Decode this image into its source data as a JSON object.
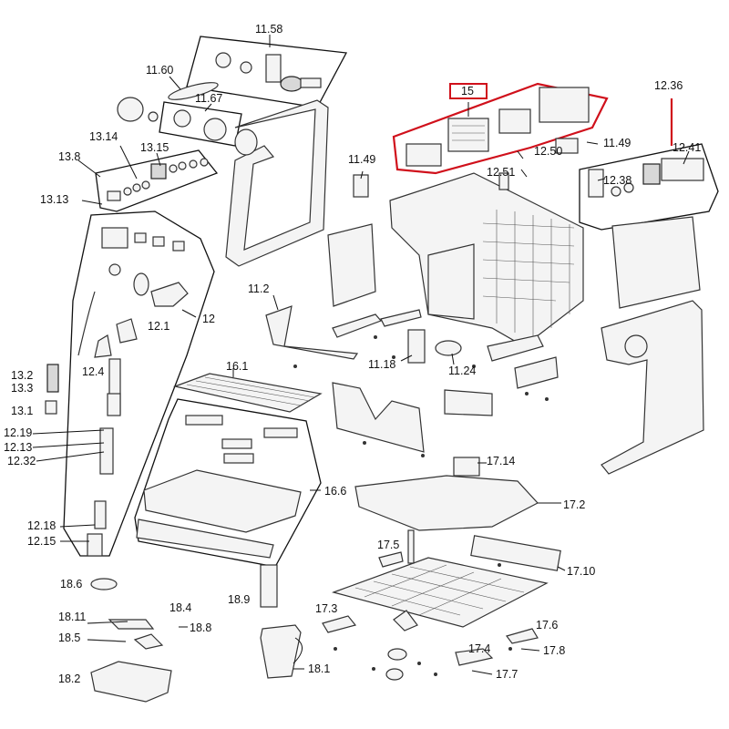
{
  "diagram": {
    "highlight_color": "#d0101b",
    "line_color": "#222222",
    "labels": {
      "l_11_58": "11.58",
      "l_11_60": "11.60",
      "l_11_67": "11.67",
      "l_13_14": "13.14",
      "l_13_15": "13.15",
      "l_13_8": "13.8",
      "l_13_13": "13.13",
      "l_12": "12",
      "l_12_1": "12.1",
      "l_12_4": "12.4",
      "l_13_2": "13.2",
      "l_13_3": "13.3",
      "l_13_1": "13.1",
      "l_12_19": "12.19",
      "l_12_13": "12.13",
      "l_12_32": "12.32",
      "l_12_18": "12.18",
      "l_12_15": "12.15",
      "l_15": "15",
      "l_12_50": "12.50",
      "l_12_51": "12.51",
      "l_11_49a": "11.49",
      "l_12_36": "12.36",
      "l_12_41": "12.41",
      "l_12_38": "12.38",
      "l_11_49b": "11.49",
      "l_11_2": "11.2",
      "l_16_1": "16.1",
      "l_11_18": "11.18",
      "l_11_24": "11.24",
      "l_16_6": "16.6",
      "l_17_14": "17.14",
      "l_17_2": "17.2",
      "l_17_5": "17.5",
      "l_17_10": "17.10",
      "l_18_6": "18.6",
      "l_18_4": "18.4",
      "l_18_11": "18.11",
      "l_18_8": "18.8",
      "l_18_5": "18.5",
      "l_18_2": "18.2",
      "l_18_9": "18.9",
      "l_17_3": "17.3",
      "l_18_1": "18.1",
      "l_17_6": "17.6",
      "l_17_4": "17.4",
      "l_17_8": "17.8",
      "l_17_7": "17.7"
    }
  }
}
